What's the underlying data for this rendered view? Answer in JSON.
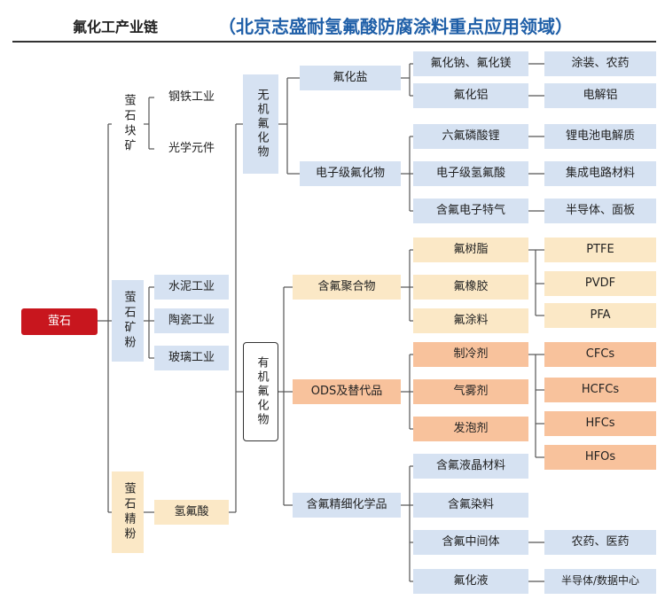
{
  "header": {
    "title": "氟化工产业链",
    "subtitle": "（北京志盛耐氢氟酸防腐涂料重点应用领域）"
  },
  "colors": {
    "root": "#c8161e",
    "blue": "#d6e2f2",
    "beige": "#fbe8c6",
    "orange": "#f8c29c",
    "subtitle": "#1f5fa8"
  },
  "nodes": {
    "root": "萤石",
    "block_ore": "萤石块矿",
    "powder_ore": "萤石矿粉",
    "fine_powder": "萤石精粉",
    "steel": "钢铁工业",
    "optics": "光学元件",
    "cement": "水泥工业",
    "ceramics": "陶瓷工业",
    "glass": "玻璃工业",
    "hf_acid": "氢氟酸",
    "inorganic": "无机氟化物",
    "organic": "有机氟化物",
    "fluoride_salt": "氟化盐",
    "elec_fluoride": "电子级氟化物",
    "fluoropolymer": "含氟聚合物",
    "ods": "ODS及替代品",
    "fine_chem": "含氟精细化学品",
    "na_mg_fluoride": "氟化钠、氟化镁",
    "al_fluoride": "氟化铝",
    "lipf6": "六氟磷酸锂",
    "elec_hf": "电子级氢氟酸",
    "fluoro_gas": "含氟电子特气",
    "coating_pesticide": "涂装、农药",
    "al_electrolysis": "电解铝",
    "li_electrolyte": "锂电池电解质",
    "ic_material": "集成电路材料",
    "semi_panel": "半导体、面板",
    "f_resin": "氟树脂",
    "f_rubber": "氟橡胶",
    "f_coating": "氟涂料",
    "ptfe": "PTFE",
    "pvdf": "PVDF",
    "pfa": "PFA",
    "refrigerant": "制冷剂",
    "aerosol": "气雾剂",
    "foaming": "发泡剂",
    "cfcs": "CFCs",
    "hcfcs": "HCFCs",
    "hfcs": "HFCs",
    "hfos": "HFOs",
    "lcd_material": "含氟液晶材料",
    "f_dye": "含氟染料",
    "f_intermediate": "含氟中间体",
    "fluoride_liquid": "氟化液",
    "agri_pharma": "农药、医药",
    "semi_datacenter": "半导体/数据中心"
  }
}
